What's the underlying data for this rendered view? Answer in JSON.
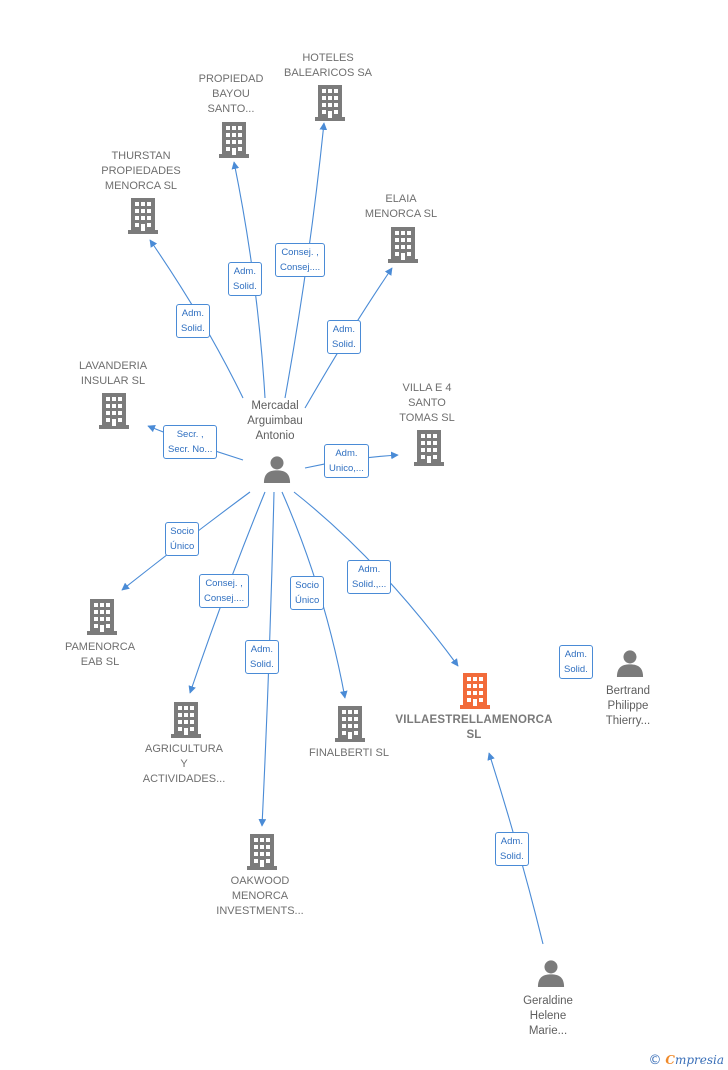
{
  "colors": {
    "edge": "#4a8bd6",
    "node_gray": "#7b7b7b",
    "node_highlight": "#f26b3a",
    "label": "#6f6f6f"
  },
  "center_person": {
    "lines": [
      "Mercadal",
      "Arguimbau",
      "Antonio"
    ],
    "icon": "person-icon"
  },
  "companies": [
    {
      "id": "hoteles",
      "lines": [
        "HOTELES",
        "BALEARICOS SA"
      ],
      "icon": "building-icon"
    },
    {
      "id": "propiedad_bayou",
      "lines": [
        "PROPIEDAD",
        "BAYOU",
        "SANTO..."
      ],
      "icon": "building-icon"
    },
    {
      "id": "thurstan",
      "lines": [
        "THURSTAN",
        "PROPIEDADES",
        "MENORCA  SL"
      ],
      "icon": "building-icon"
    },
    {
      "id": "elaia",
      "lines": [
        "ELAIA",
        "MENORCA  SL"
      ],
      "icon": "building-icon"
    },
    {
      "id": "lavanderia",
      "lines": [
        "LAVANDERIA",
        "INSULAR  SL"
      ],
      "icon": "building-icon"
    },
    {
      "id": "villa_e4",
      "lines": [
        "VILLA E 4",
        "SANTO",
        "TOMAS SL"
      ],
      "icon": "building-icon"
    },
    {
      "id": "pamenorca",
      "lines": [
        "PAMENORCA",
        "EAB  SL"
      ],
      "icon": "building-icon"
    },
    {
      "id": "agricultura",
      "lines": [
        "AGRICULTURA",
        "Y",
        "ACTIVIDADES..."
      ],
      "icon": "building-icon"
    },
    {
      "id": "finalberti",
      "lines": [
        "FINALBERTI  SL"
      ],
      "icon": "building-icon"
    },
    {
      "id": "oakwood",
      "lines": [
        "OAKWOOD",
        "MENORCA",
        "INVESTMENTS..."
      ],
      "icon": "building-icon"
    },
    {
      "id": "villaestrella",
      "lines": [
        "VILLAESTRELLAMENORCA",
        "SL"
      ],
      "icon": "building-icon",
      "highlight": true
    }
  ],
  "people": [
    {
      "id": "bertrand",
      "lines": [
        "Bertrand",
        "Philippe",
        "Thierry..."
      ],
      "icon": "person-icon"
    },
    {
      "id": "geraldine",
      "lines": [
        "Geraldine",
        "Helene",
        "Marie..."
      ],
      "icon": "person-icon"
    }
  ],
  "edges": [
    {
      "to": "hoteles",
      "lines": [
        "Consej. ,",
        "Consej...."
      ]
    },
    {
      "to": "propiedad_bayou",
      "lines": [
        "Adm.",
        "Solid."
      ]
    },
    {
      "to": "thurstan",
      "lines": [
        "Adm.",
        "Solid."
      ]
    },
    {
      "to": "elaia",
      "lines": [
        "Adm.",
        "Solid."
      ]
    },
    {
      "to": "lavanderia",
      "lines": [
        "Secr. ,",
        "Secr. No..."
      ]
    },
    {
      "to": "villa_e4",
      "lines": [
        "Adm.",
        "Unico,..."
      ]
    },
    {
      "to": "pamenorca",
      "lines": [
        "Socio",
        "Único"
      ]
    },
    {
      "to": "agricultura",
      "lines": [
        "Consej. ,",
        "Consej...."
      ]
    },
    {
      "to": "oakwood",
      "lines": [
        "Adm.",
        "Solid."
      ]
    },
    {
      "to": "finalberti",
      "lines": [
        "Socio",
        "Único"
      ]
    },
    {
      "to": "villaestrella",
      "lines": [
        "Adm.",
        "Solid.,..."
      ]
    },
    {
      "from": "bertrand",
      "lines": [
        "Adm.",
        "Solid."
      ]
    },
    {
      "from": "geraldine",
      "to": "villaestrella",
      "lines": [
        "Adm.",
        "Solid."
      ]
    }
  ],
  "brand": {
    "copyright": "©",
    "initial": "C",
    "name": "mpresia"
  }
}
